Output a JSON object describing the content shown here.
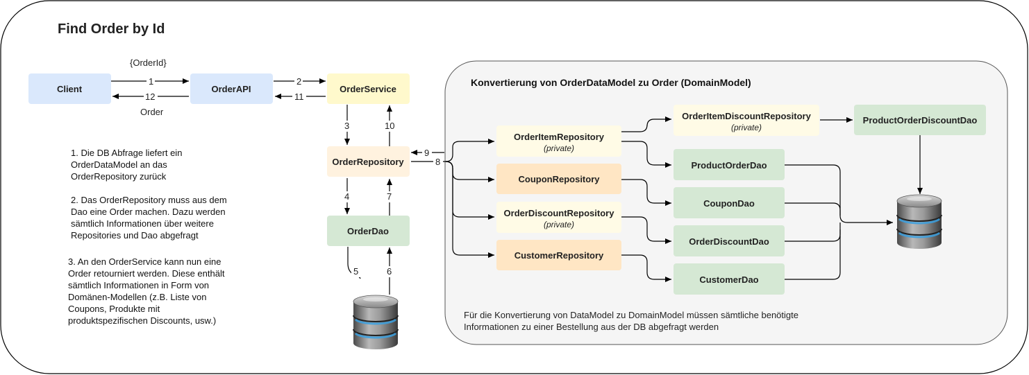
{
  "title": "Find Order by Id",
  "group_title": "Konvertierung von OrderDataModel zu Order (DomainModel)",
  "boxes": {
    "client": "Client",
    "order_api": "OrderAPI",
    "order_service": "OrderService",
    "order_repository": "OrderRepository",
    "order_dao": "OrderDao",
    "order_item_repository": "OrderItemRepository",
    "order_item_repository_sub": "(private)",
    "coupon_repository": "CouponRepository",
    "order_discount_repository": "OrderDiscountRepository",
    "order_discount_repository_sub": "(private)",
    "customer_repository": "CustomerRepository",
    "order_item_discount_repository": "OrderItemDiscountRepository",
    "order_item_discount_repository_sub": "(private)",
    "product_order_discount_dao": "ProductOrderDiscountDao",
    "product_order_dao": "ProductOrderDao",
    "coupon_dao": "CouponDao",
    "order_discount_dao": "OrderDiscountDao",
    "customer_dao": "CustomerDao"
  },
  "edge_labels": {
    "order_id": "{OrderId}",
    "order": "Order",
    "e1": "1",
    "e2": "2",
    "e3": "3",
    "e4": "4",
    "e5": "5",
    "e6": "6",
    "e7": "7",
    "e8": "8",
    "e9": "9",
    "e10": "10",
    "e11": "11",
    "e12": "12"
  },
  "notes": [
    [
      "1. Die DB Abfrage liefert ein",
      "OrderDataModel an das",
      "OrderRepository zurück"
    ],
    [
      "2. Das OrderRepository muss aus dem",
      "Dao eine Order machen. Dazu werden",
      "sämtlich Informationen über weitere",
      "Repositories und Dao abgefragt"
    ],
    [
      "3. An den OrderService kann nun eine",
      "Order retourniert werden. Diese enthält",
      "sämtlich Informationen in Form von",
      "Domänen-Modellen (z.B. Liste von",
      "Coupons, Produkte mit",
      "produktspezifischen Discounts, usw.)"
    ]
  ],
  "group_note": [
    "Für die Konvertierung von DataModel zu DomainModel müssen sämtliche benötigte",
    "Informationen zu einer Bestellung aus der DB abgefragt werden"
  ],
  "colors": {
    "blue": "#dae8fc",
    "yellow": "#fff2cc",
    "orange": "#ffe6cc",
    "light_yellow": "#fffbe6",
    "green": "#d5e8d4",
    "group_bg": "#f5f5f5"
  }
}
